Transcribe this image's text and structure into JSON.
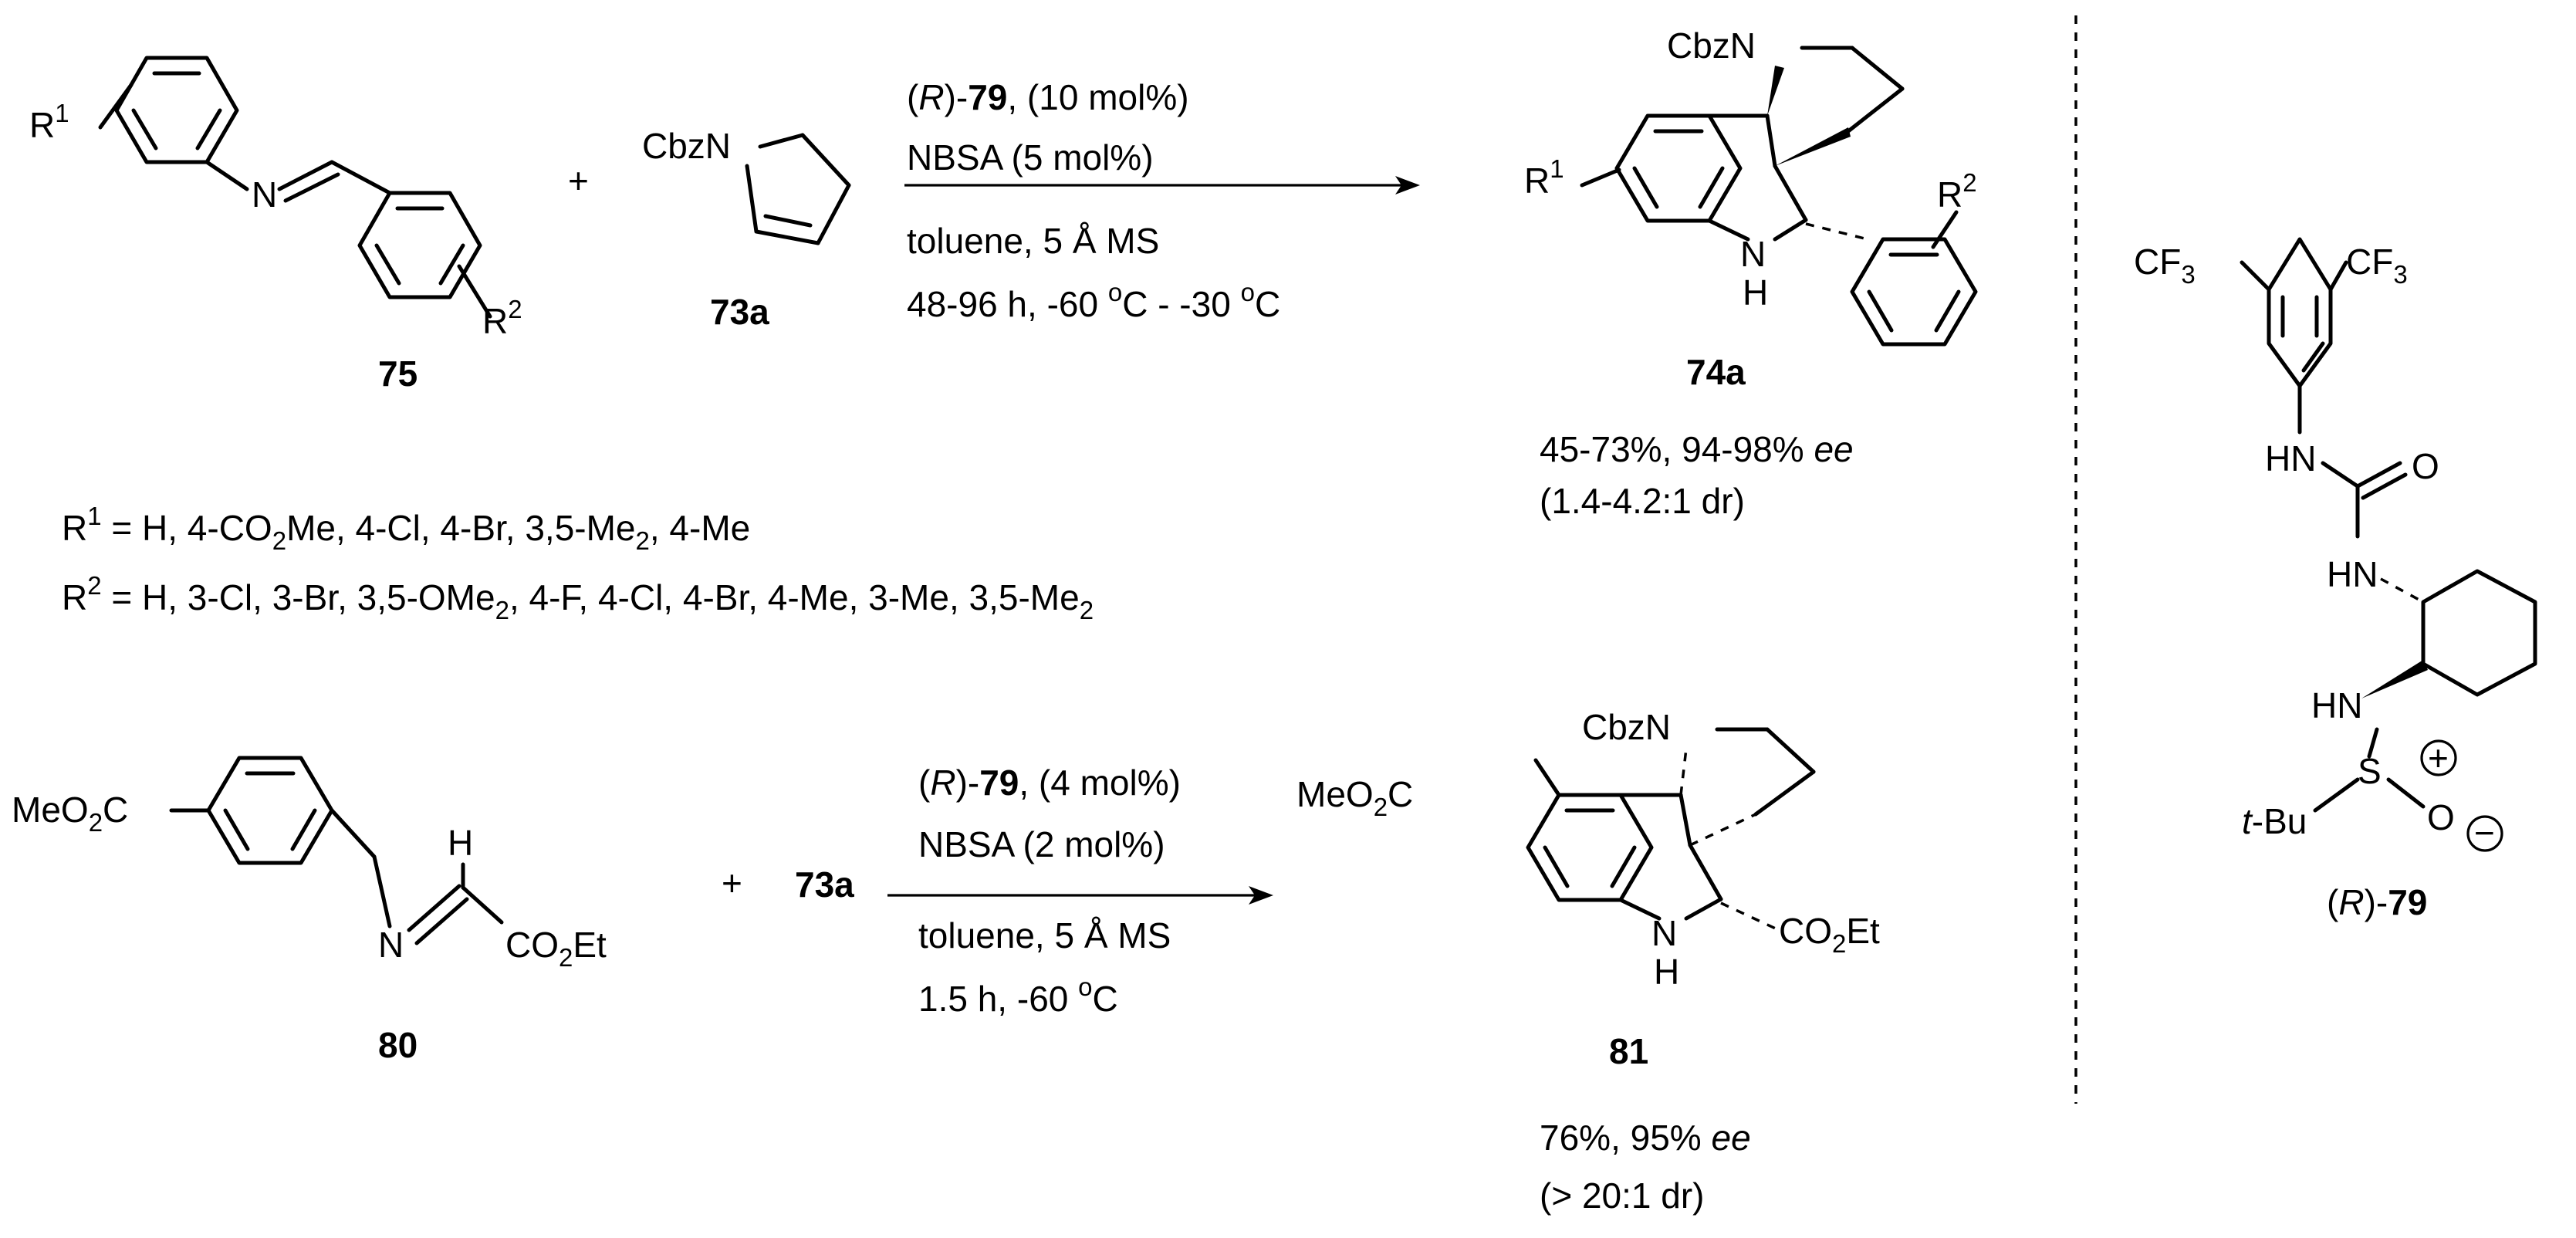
{
  "colors": {
    "ink": "#000000",
    "background": "#ffffff"
  },
  "reaction1": {
    "substrate_label": "75",
    "substrate_R1": "R",
    "substrate_R1_sup": "1",
    "substrate_N": "N",
    "substrate_R2": "R",
    "substrate_R2_sup": "2",
    "plus": "+",
    "enamine_label": "73a",
    "enamine_N": "CbzN",
    "cond_cat_paren_open": "(",
    "cond_cat_R": "R",
    "cond_cat_paren_close": ")-",
    "cond_cat_num": "79",
    "cond_cat_loading": ", (10 mol%)",
    "cond_acid": "NBSA (5 mol%)",
    "cond_solvent": "toluene, 5 Å MS",
    "cond_time": "48-96  h, -60 ",
    "cond_deg1": "o",
    "cond_mid": "C - -30 ",
    "cond_deg2": "o",
    "cond_end": "C",
    "product_label": "74a",
    "product_N_top": "CbzN",
    "product_NH_N": "N",
    "product_NH_H": "H",
    "product_R1": "R",
    "product_R1_sup": "1",
    "product_R2": "R",
    "product_R2_sup": "2",
    "yield_text": "45-73%, 94-98% ",
    "yield_ee": "ee",
    "dr": "(1.4-4.2:1 dr)"
  },
  "scope": {
    "r1_R": "R",
    "r1_sup": "1",
    "r1_text1": " = H, 4-CO",
    "r1_sub": "2",
    "r1_text2": "Me, 4-Cl, 4-Br, 3,5-Me",
    "r1_sub2": "2",
    "r1_text3": ", 4-Me",
    "r2_R": "R",
    "r2_sup": "2",
    "r2_text1": " = H, 3-Cl, 3-Br, 3,5-OMe",
    "r2_sub": "2",
    "r2_text2": ", 4-F,  4-Cl, 4-Br, 4-Me, 3-Me, 3,5-Me",
    "r2_sub2": "2"
  },
  "reaction2": {
    "substrate_label": "80",
    "substrate_ester1": "MeO",
    "substrate_ester1_sub": "2",
    "substrate_ester1_end": "C",
    "substrate_H": "H",
    "substrate_N": "N",
    "substrate_ester2": "CO",
    "substrate_ester2_sub": "2",
    "substrate_ester2_end": "Et",
    "plus": "+",
    "enamine_ref": "73a",
    "cond_cat_paren_open": "(",
    "cond_cat_R": "R",
    "cond_cat_paren_close": ")-",
    "cond_cat_num": "79",
    "cond_cat_loading": ", (4 mol%)",
    "cond_acid": "NBSA (2 mol%)",
    "cond_solvent": "toluene, 5 Å MS",
    "cond_time": "1.5 h, -60 ",
    "cond_deg": "o",
    "cond_end": "C",
    "product_label": "81",
    "product_N_top": "CbzN",
    "product_ester1": "MeO",
    "product_ester1_sub": "2",
    "product_ester1_end": "C",
    "product_NH_N": "N",
    "product_NH_H": "H",
    "product_ester2": "CO",
    "product_ester2_sub": "2",
    "product_ester2_end": "Et",
    "yield_text": "76%, 95% ",
    "yield_ee": "ee",
    "dr": "(> 20:1 dr)"
  },
  "catalyst": {
    "cf3_left": "CF",
    "cf3_left_sub": "3",
    "cf3_right": "CF",
    "cf3_right_sub": "3",
    "hn_upper": "HN",
    "o_carbonyl": "O",
    "hn_middle": "HN",
    "hn_lower": "HN",
    "s_atom": "S",
    "s_charge": "+",
    "o_atom": "O",
    "o_charge": "−",
    "tbu_t": "t",
    "tbu_rest": "-Bu",
    "label_paren_open": "(",
    "label_R": "R",
    "label_paren_close": ")-",
    "label_num": "79"
  }
}
